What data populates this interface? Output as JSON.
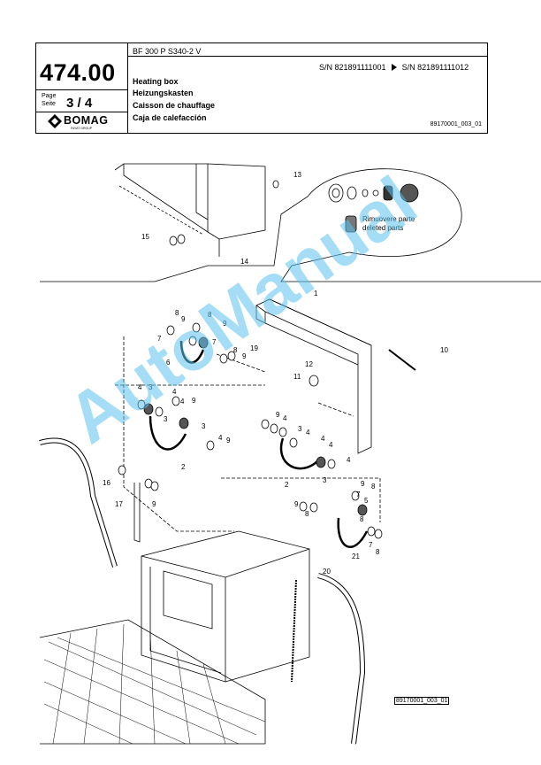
{
  "header": {
    "page_number": "474.00",
    "page_label_en": "Page",
    "page_label_de": "Seite",
    "page_fraction": "3  /  4",
    "model": "BF 300 P S340-2 V",
    "sn_from": "S/N 821891111001",
    "sn_to": "S/N 821891111012",
    "title_en": "Heating box",
    "title_de": "Heizungskasten",
    "title_fr": "Caisson de chauffage",
    "title_es": "Caja de calefacción",
    "doc_ref": "89170001_003_01"
  },
  "logo": {
    "name": "BOMAG",
    "group": "FAYAT GROUP"
  },
  "detail_bubble": {
    "line1": "Rimuovere parte",
    "line2": "deleted parts"
  },
  "callouts": [
    "1",
    "2",
    "2",
    "3",
    "3",
    "3",
    "3",
    "3",
    "4",
    "4",
    "4",
    "4",
    "4",
    "4",
    "4",
    "4",
    "5",
    "6",
    "7",
    "7",
    "7",
    "7",
    "7",
    "8",
    "8",
    "8",
    "8",
    "8",
    "8",
    "8",
    "9",
    "9",
    "9",
    "9",
    "9",
    "9",
    "9",
    "9",
    "9",
    "10",
    "11",
    "12",
    "13",
    "14",
    "15",
    "16",
    "17",
    "19",
    "20",
    "21"
  ],
  "drawing_ref": "89170001_003_01",
  "watermark": "AutoManual",
  "colors": {
    "watermark": "#5cc3ef",
    "line": "#000000"
  }
}
